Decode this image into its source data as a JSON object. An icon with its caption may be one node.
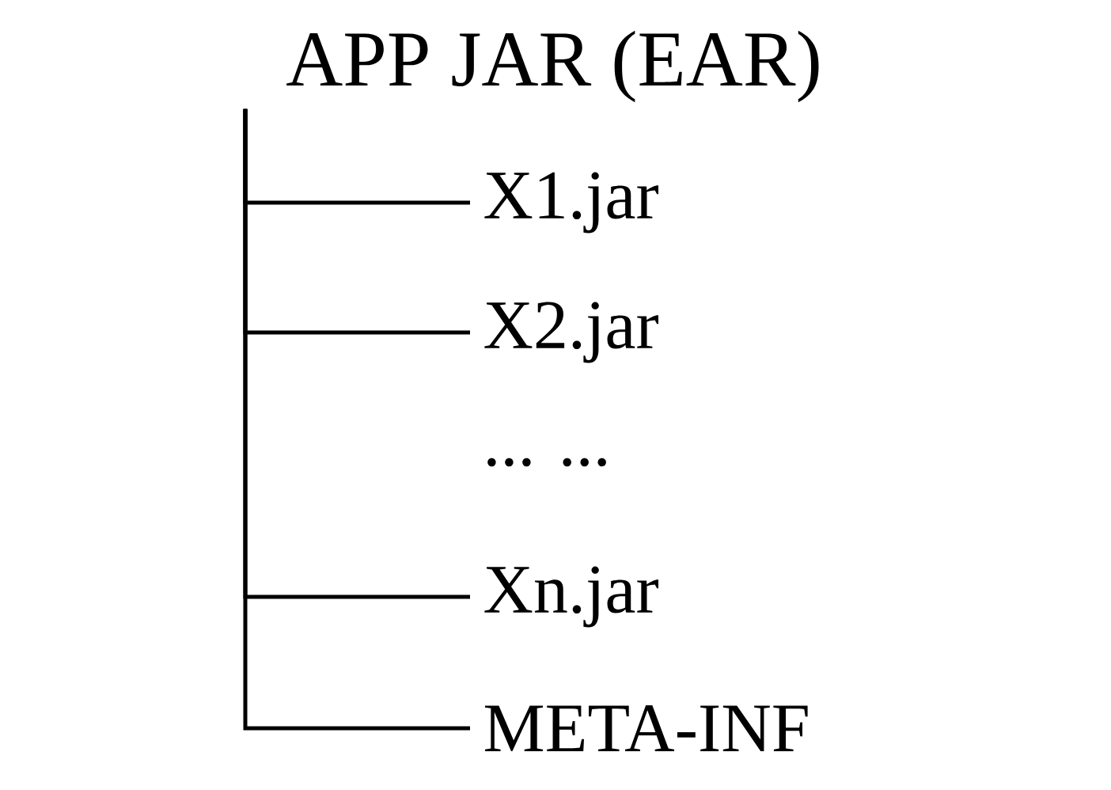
{
  "diagram": {
    "nodes": [
      {
        "text": [
          "APP JAR (EAR)"
        ]
      },
      {
        "text": [
          "X1.jar"
        ]
      },
      {
        "text": [
          "X2.jar"
        ]
      },
      {
        "text": [
          "Xn.jar"
        ]
      },
      {
        "text": [
          "META-INF"
        ]
      }
    ],
    "edges": [
      {
        "from": 0,
        "to": 1,
        "arrow": "none"
      },
      {
        "from": 0,
        "to": 2,
        "arrow": "none"
      },
      {
        "from": 0,
        "to": 3,
        "arrow": "none"
      },
      {
        "from": 0,
        "to": 4,
        "arrow": "none"
      }
    ],
    "labels": [
      "... ..."
    ]
  }
}
